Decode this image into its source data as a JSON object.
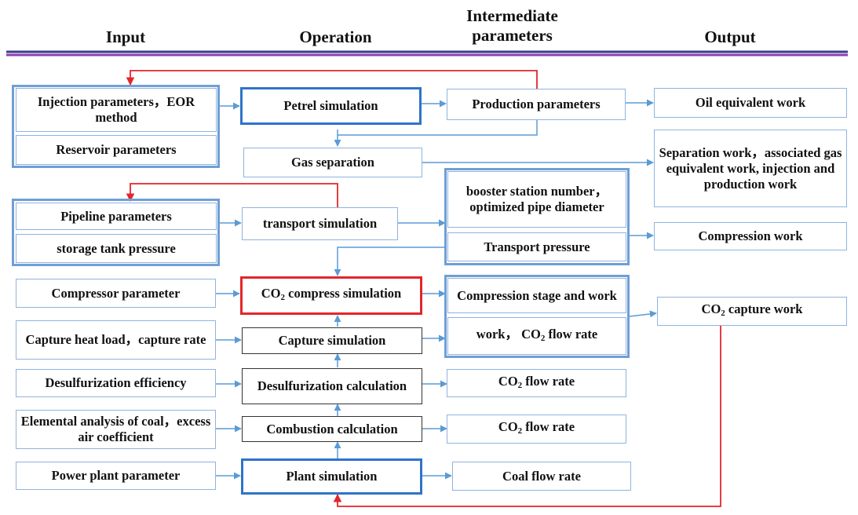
{
  "headers": {
    "input": "Input",
    "operation": "Operation",
    "intermediate": "Intermediate parameters",
    "output": "Output"
  },
  "colors": {
    "divider_top": "#3c3c8c",
    "divider_bottom": "#8b3fb5",
    "flow_arrow": "#5b9bd5",
    "feedback_arrow": "#e3262b",
    "emphasis_box": "#2f74c8"
  },
  "inputs": {
    "injection": "Injection parameters，EOR method",
    "reservoir": "Reservoir parameters",
    "pipeline": "Pipeline parameters",
    "storage": "storage tank pressure",
    "compressor": "Compressor parameter",
    "capture": "Capture heat load，capture rate",
    "desulfurization": "Desulfurization efficiency",
    "elemental": "Elemental analysis of coal，excess air coefficient",
    "power_plant": "Power plant parameter"
  },
  "operations": {
    "petrel": "Petrel simulation",
    "gas_separation": "Gas separation",
    "transport": "transport simulation",
    "compress_prefix": "CO",
    "compress_suffix": " compress simulation",
    "capture": "Capture simulation",
    "desulfurization": "Desulfurization calculation",
    "combustion": "Combustion calculation",
    "plant": "Plant simulation"
  },
  "intermediates": {
    "production": "Production parameters",
    "booster": "booster station number，optimized pipe diameter",
    "transport_pressure": "Transport pressure",
    "compression_stage": "Compression stage and work",
    "work_flow_prefix": "work， CO",
    "work_flow_suffix": " flow rate",
    "co2_prefix": "CO",
    "co2_suffix": " flow rate",
    "coal_flow": "Coal flow rate"
  },
  "outputs": {
    "oil_equivalent": "Oil equivalent work",
    "separation": "Separation work，associated gas equivalent work, injection and production work",
    "compression": "Compression work",
    "capture_prefix": "CO",
    "capture_suffix": " capture work"
  },
  "subscript_two": "2"
}
